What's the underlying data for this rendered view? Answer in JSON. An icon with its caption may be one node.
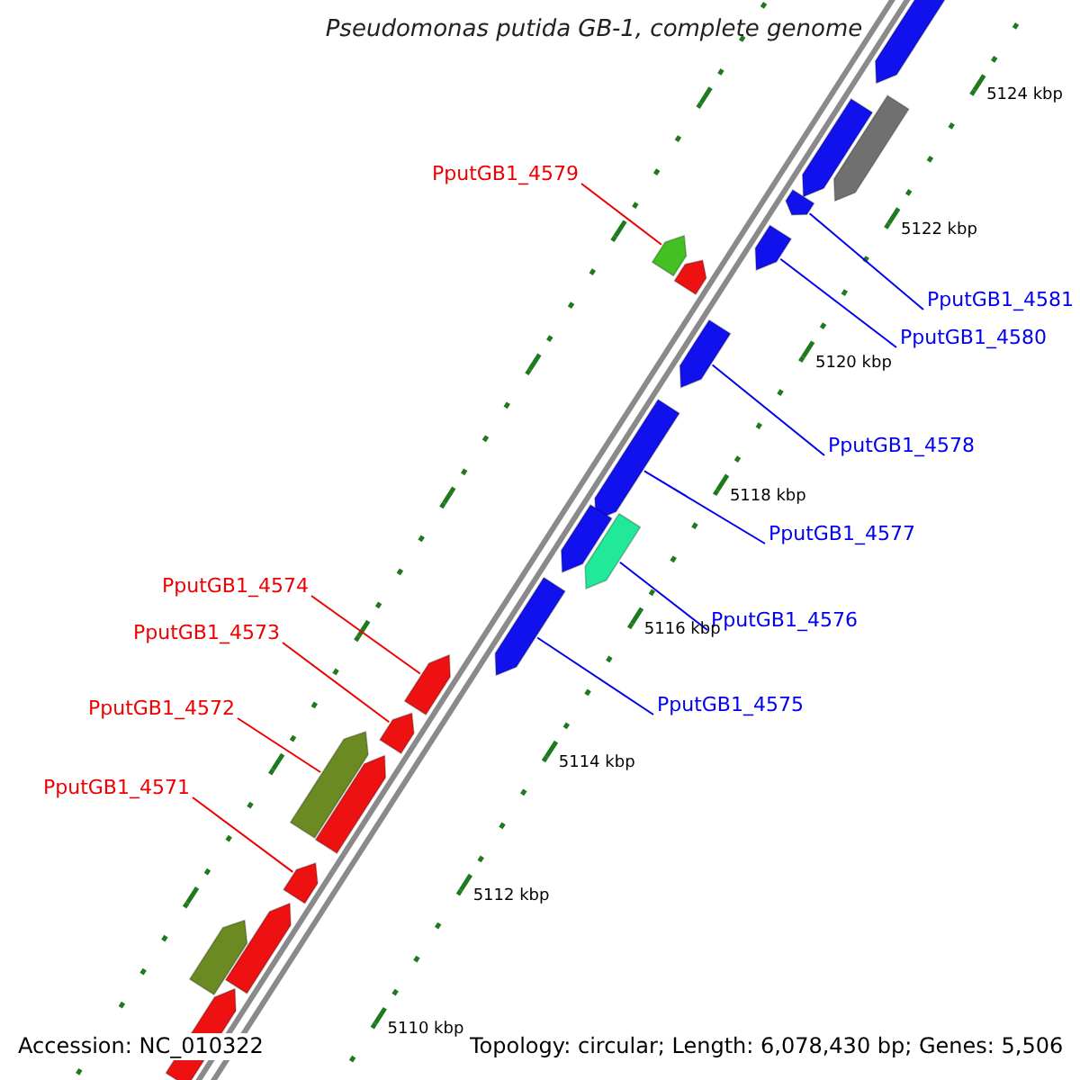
{
  "diagram": {
    "title": "Pseudomonas putida GB-1, complete genome",
    "nodes": [
      {
        "text": [
          "PputGB1_4579"
        ]
      },
      {
        "text": [
          "PputGB1_4581"
        ]
      },
      {
        "text": [
          "PputGB1_4580"
        ]
      },
      {
        "text": [
          "PputGB1_4578"
        ]
      },
      {
        "text": [
          "PputGB1_4577"
        ]
      },
      {
        "text": [
          "PputGB1_4576"
        ]
      },
      {
        "text": [
          "PputGB1_4575"
        ]
      },
      {
        "text": [
          "PputGB1_4574"
        ]
      },
      {
        "text": [
          "PputGB1_4573"
        ]
      },
      {
        "text": [
          "PputGB1_4572"
        ]
      },
      {
        "text": [
          "PputGB1_4571"
        ]
      },
      {
        "text": [],
        "shape": "bar"
      },
      {
        "text": [],
        "shape": "bar"
      },
      {
        "text": [],
        "shape": "bar"
      },
      {
        "text": [],
        "shape": "bar"
      },
      {
        "text": [],
        "shape": "bar"
      },
      {
        "text": [],
        "shape": "bar"
      },
      {
        "text": [],
        "shape": "bar"
      },
      {
        "text": [],
        "shape": "bar"
      },
      {
        "text": [],
        "shape": "bar"
      },
      {
        "text": [],
        "shape": "bar"
      },
      {
        "text": [],
        "shape": "bar"
      },
      {
        "text": [],
        "shape": "bar"
      },
      {
        "text": [],
        "shape": "bar"
      },
      {
        "text": [],
        "shape": "bar"
      },
      {
        "text": [],
        "shape": "bar"
      },
      {
        "text": [],
        "shape": "bar"
      },
      {
        "text": [],
        "shape": "bar"
      },
      {
        "text": [],
        "shape": "bar"
      },
      {
        "text": [],
        "shape": "bar"
      },
      {
        "text": [],
        "shape": "bar"
      }
    ],
    "edges": [
      {
        "from": 0,
        "to": 11,
        "arrow": "none",
        "color": "#ee0000"
      },
      {
        "from": 1,
        "to": 12,
        "arrow": "none",
        "color": "#0000ee"
      },
      {
        "from": 2,
        "to": 13,
        "arrow": "none",
        "color": "#0000ee"
      },
      {
        "from": 3,
        "to": 14,
        "arrow": "none",
        "color": "#0000ee"
      },
      {
        "from": 4,
        "to": 15,
        "arrow": "none",
        "color": "#0000ee"
      },
      {
        "from": 5,
        "to": 16,
        "arrow": "none",
        "color": "#0000ee"
      },
      {
        "from": 6,
        "to": 17,
        "arrow": "none",
        "color": "#0000ee"
      },
      {
        "from": 7,
        "to": 18,
        "arrow": "none",
        "color": "#ee0000"
      },
      {
        "from": 8,
        "to": 19,
        "arrow": "none",
        "color": "#ee0000"
      },
      {
        "from": 9,
        "to": 20,
        "arrow": "none",
        "color": "#ee0000"
      },
      {
        "from": 10,
        "to": 21,
        "arrow": "none",
        "color": "#ee0000"
      }
    ],
    "labels": [
      "5124 kbp",
      "5122 kbp",
      "5120 kbp",
      "5118 kbp",
      "5116 kbp",
      "5114 kbp",
      "5112 kbp",
      "5110 kbp",
      "Accession: NC_010322",
      "Topology: circular; Length: 6,078,430 bp; Genes: 5,506"
    ]
  }
}
